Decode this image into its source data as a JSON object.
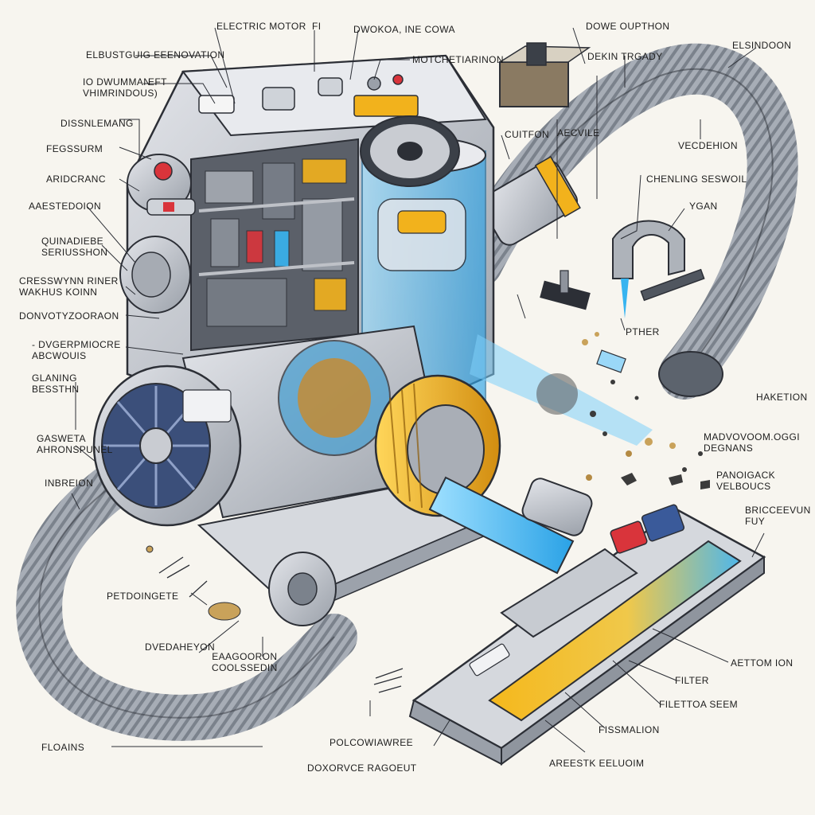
{
  "diagram": {
    "palette": {
      "body": "#c9ccd2",
      "body_dark": "#8e939c",
      "hose": "#9aa1ab",
      "accent_yellow": "#f2b21c",
      "accent_blue": "#37b4f0",
      "accent_red": "#d9343b",
      "background": "#f7f5ef",
      "outline": "#2c2f36"
    },
    "labels": {
      "electric_motor": "ELECTRIC MOTOR",
      "fi": "FI",
      "dwokoa_ine_cowa": "DWOKOA, INE COWA",
      "dowe_oupthon": "DOWE OUPTHON",
      "elsindoon": "ELSINDOON",
      "elbustguig": "ELBUSTGUIG EEENOVATION",
      "iodwumman": "IO DWUMMAN\nVHIMRINDOUS)",
      "eft": "EFT",
      "motchetiarinon": "MOTCHETIARINON",
      "dekin_trgady": "DEKIN TRGADY",
      "dissnlemang": "DISSNLEMANG",
      "cuitfon": "CUITFON",
      "aecvile": "AECVILE",
      "vecdehion": "VECDEHION",
      "fegssurm": "FEGSSURM",
      "aridcranc": "ARIDCRANC",
      "chenling_seswoil": "CHENLING SESWOIL",
      "ygan": "YGAN",
      "aaestedoion": "AAESTEDOION",
      "quinadiebe": "QUINADIEBE\nSERIUSSHON",
      "cresswynn": "CRESSWYNN RINER\nWAKHUS KOINN",
      "donvotyzooraon": "DONVOTYZOORAON",
      "pther": "PTHER",
      "dvgerpmiocre": "- DVGERPMIOCRE\nABCWOUIS",
      "glaning": "GLANING\nBESSTHN",
      "haketion": "HAKETION",
      "gasweta": "GASWETA\nAHRONSPUNEL",
      "madvovoom": "MADVOVOOM.OGGI\nDEGNANS",
      "panoigack": "PANOIGACK\nVELBOUCS",
      "inbreion": "INBREION",
      "bricceevun": "BRICCEEVUN\nFUY",
      "petdoingete": "PETDOINGETE",
      "dvedaheyon": "DVEDAHEYON",
      "eaagooron": "EAAGOORON\nCOOLSSEDIN",
      "aettom_ion": "AETTOM ION",
      "filter": "FILTER",
      "filettoa": "FILETTOA SEEM",
      "fissmalion": "FISSMALION",
      "floains": "FLOAINS",
      "polcowiawree": "POLCOWIAWREE",
      "doxorvce": "DOXORVCE RAGOEUT",
      "areestk": "AREESTK EELUOIM"
    }
  }
}
